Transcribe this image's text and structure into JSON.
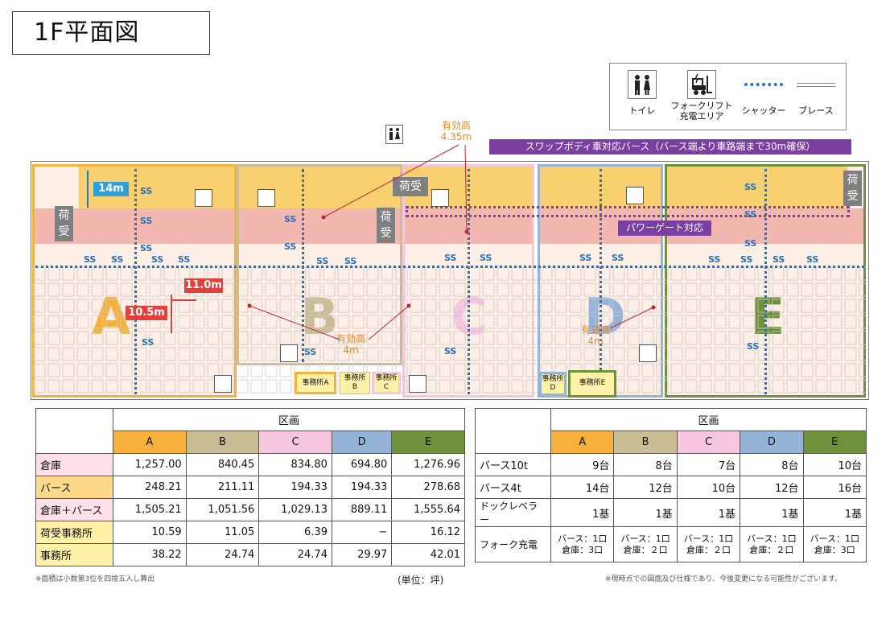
{
  "title": "1F平面図",
  "legend": {
    "items": [
      {
        "label": "トイレ",
        "icon": "toilet-icon"
      },
      {
        "label": "フォークリフト\n充電エリア",
        "icon": "forklift-icon"
      },
      {
        "label": "シャッター",
        "icon": "shutter-line-icon"
      },
      {
        "label": "ブレース",
        "icon": "brace-line-icon"
      }
    ]
  },
  "map": {
    "swap_body_banner": "スワップボディ車対応バース（バース端より車路端まで30m確保）",
    "power_gate_banner": "パワーゲート対応",
    "loading_label": "荷受",
    "ss_label": "SS",
    "height_435_line1": "有効高",
    "height_435_line2": "4.35m",
    "height_4_line1": "有効高",
    "height_4_line2": "4m",
    "dim_14": "14m",
    "dim_11": "11.0m",
    "dim_105": "10.5m",
    "zones": [
      "A",
      "B",
      "C",
      "D",
      "E"
    ],
    "offices": {
      "a": "事務所A",
      "b": "事務所\nB",
      "c": "事務所\nC",
      "d": "事務所\nD",
      "e": "事務所E"
    }
  },
  "area_table": {
    "group_header": "区画",
    "columns": [
      "A",
      "B",
      "C",
      "D",
      "E"
    ],
    "column_colors": [
      "#f6b13b",
      "#c9bd96",
      "#f6c6df",
      "#95b3d7",
      "#70913c"
    ],
    "rows": [
      {
        "label": "倉庫",
        "color": "#fde0ea",
        "values": [
          "1,257.00",
          "840.45",
          "834.80",
          "694.80",
          "1,276.96"
        ]
      },
      {
        "label": "バース",
        "color": "#ffd98a",
        "values": [
          "248.21",
          "211.11",
          "194.33",
          "194.33",
          "278.68"
        ]
      },
      {
        "label": "倉庫＋バース",
        "color": "#fde0ea",
        "values": [
          "1,505.21",
          "1,051.56",
          "1,029.13",
          "889.11",
          "1,555.64"
        ]
      },
      {
        "label": "荷受事務所",
        "color": "#fff2a8",
        "values": [
          "10.59",
          "11.05",
          "6.39",
          "−",
          "16.12"
        ]
      },
      {
        "label": "事務所",
        "color": "#fff2a8",
        "values": [
          "38.22",
          "24.74",
          "24.74",
          "29.97",
          "42.01"
        ]
      }
    ],
    "footnote": "※面積は小数第3位を四捨五入し算出",
    "unit": "(単位：坪)"
  },
  "berth_table": {
    "group_header": "区画",
    "columns": [
      "A",
      "B",
      "C",
      "D",
      "E"
    ],
    "rows": [
      {
        "label": "バース10t",
        "values": [
          "9台",
          "8台",
          "7台",
          "8台",
          "10台"
        ]
      },
      {
        "label": "バース4t",
        "values": [
          "14台",
          "12台",
          "10台",
          "12台",
          "16台"
        ]
      },
      {
        "label": "ドックレベラー",
        "values": [
          "1基",
          "1基",
          "1基",
          "1基",
          "1基"
        ]
      }
    ],
    "fork_row": {
      "label": "フォーク充電",
      "values": [
        [
          "バース：1口",
          "倉庫：3口"
        ],
        [
          "バース：1口",
          "倉庫：２口"
        ],
        [
          "バース：1口",
          "倉庫：２口"
        ],
        [
          "バース：1口",
          "倉庫：２口"
        ],
        [
          "バース：1口",
          "倉庫：3口"
        ]
      ]
    },
    "footnote": "※現時点での図面及び仕様であり、今後変更になる可能性がございます。"
  }
}
